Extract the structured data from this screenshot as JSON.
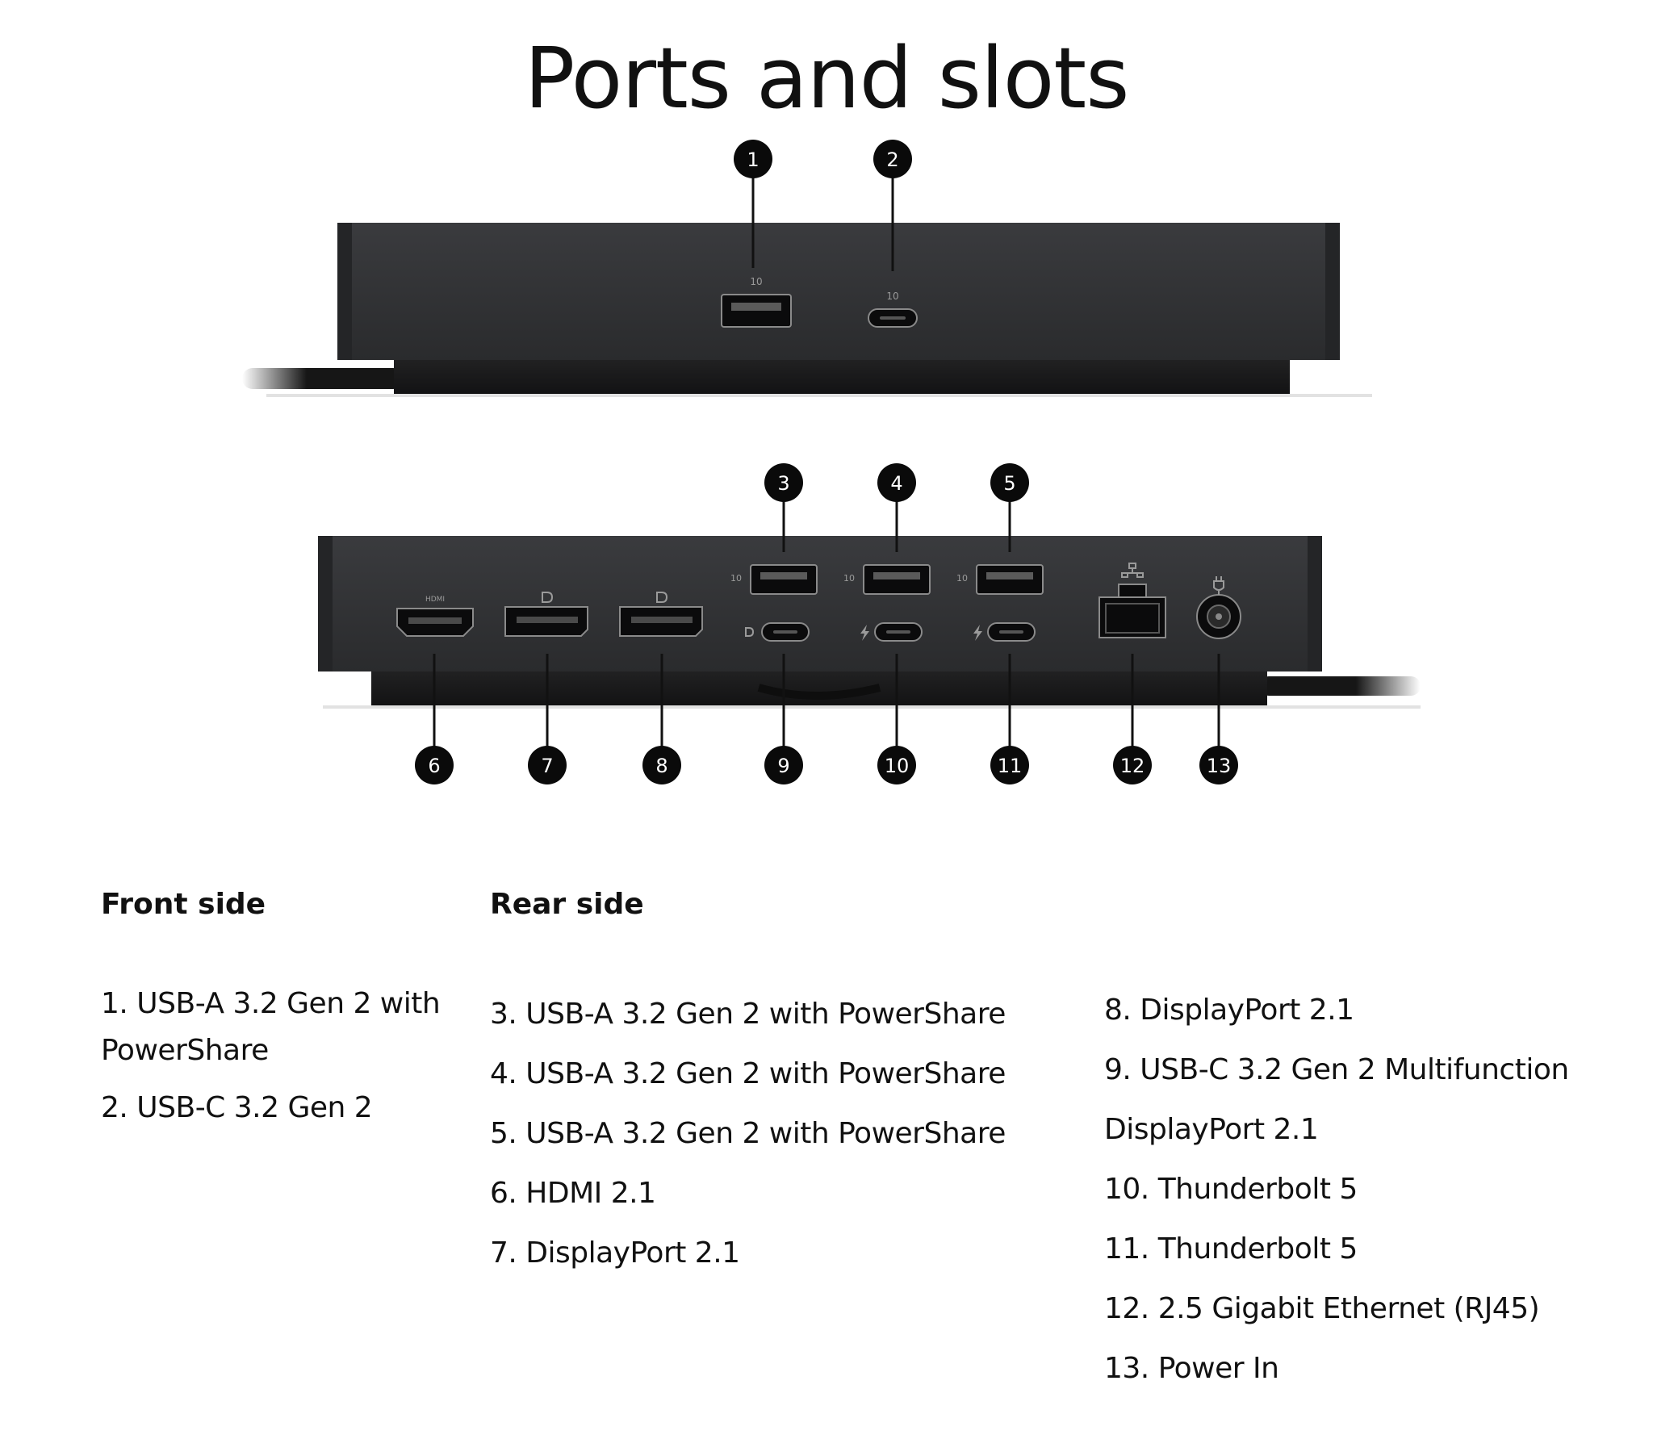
{
  "title": "Ports and slots",
  "front_callouts": [
    "1",
    "2"
  ],
  "rear_top_callouts": [
    "3",
    "4",
    "5"
  ],
  "rear_bottom_callouts": [
    "6",
    "7",
    "8",
    "9",
    "10",
    "11",
    "12",
    "13"
  ],
  "port_marks": {
    "hdmi": "HDMI",
    "usb_speed": "10"
  },
  "front": {
    "heading": "Front side",
    "items": [
      "1. USB-A 3.2 Gen 2 with PowerShare",
      "2. USB-C 3.2 Gen 2"
    ]
  },
  "rear": {
    "heading": "Rear side",
    "items_col1": [
      "3. USB-A 3.2 Gen 2 with PowerShare",
      "4. USB-A 3.2 Gen 2 with PowerShare",
      "5. USB-A 3.2 Gen 2 with PowerShare",
      "6. HDMI 2.1",
      "7. DisplayPort 2.1"
    ],
    "items_col2": [
      "8. DisplayPort 2.1",
      "9. USB-C 3.2 Gen 2 Multifunction DisplayPort 2.1",
      "10. Thunderbolt 5",
      "11. Thunderbolt 5",
      "12. 2.5 Gigabit Ethernet (RJ45)",
      "13. Power In"
    ]
  },
  "colors": {
    "dock_body": "#2b2c2e",
    "dock_face": "#303133",
    "base": "#1a1a1b",
    "callout": "#0a0a0a",
    "cable": "#161616"
  }
}
